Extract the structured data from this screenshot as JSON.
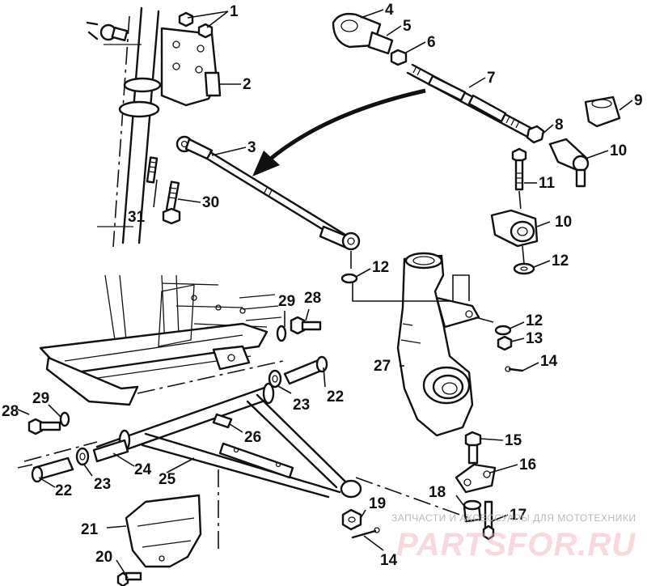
{
  "callouts": [
    {
      "id": "c1",
      "text": "1"
    },
    {
      "id": "c2",
      "text": "2"
    },
    {
      "id": "c3",
      "text": "3"
    },
    {
      "id": "c4",
      "text": "4"
    },
    {
      "id": "c5",
      "text": "5"
    },
    {
      "id": "c6",
      "text": "6"
    },
    {
      "id": "c7",
      "text": "7"
    },
    {
      "id": "c8",
      "text": "8"
    },
    {
      "id": "c9",
      "text": "9"
    },
    {
      "id": "c10a",
      "text": "10"
    },
    {
      "id": "c10b",
      "text": "10"
    },
    {
      "id": "c11",
      "text": "11"
    },
    {
      "id": "c12a",
      "text": "12"
    },
    {
      "id": "c12b",
      "text": "12"
    },
    {
      "id": "c12c",
      "text": "12"
    },
    {
      "id": "c13",
      "text": "13"
    },
    {
      "id": "c14a",
      "text": "14"
    },
    {
      "id": "c14b",
      "text": "14"
    },
    {
      "id": "c15",
      "text": "15"
    },
    {
      "id": "c16",
      "text": "16"
    },
    {
      "id": "c17",
      "text": "17"
    },
    {
      "id": "c18",
      "text": "18"
    },
    {
      "id": "c19",
      "text": "19"
    },
    {
      "id": "c20",
      "text": "20"
    },
    {
      "id": "c21",
      "text": "21"
    },
    {
      "id": "c22a",
      "text": "22"
    },
    {
      "id": "c22b",
      "text": "22"
    },
    {
      "id": "c23a",
      "text": "23"
    },
    {
      "id": "c23b",
      "text": "23"
    },
    {
      "id": "c24",
      "text": "24"
    },
    {
      "id": "c25",
      "text": "25"
    },
    {
      "id": "c26",
      "text": "26"
    },
    {
      "id": "c27",
      "text": "27"
    },
    {
      "id": "c28a",
      "text": "28"
    },
    {
      "id": "c28b",
      "text": "28"
    },
    {
      "id": "c29a",
      "text": "29"
    },
    {
      "id": "c29b",
      "text": "29"
    },
    {
      "id": "c30",
      "text": "30"
    },
    {
      "id": "c31",
      "text": "31"
    }
  ],
  "watermark": {
    "tagline": "ЗАПЧАСТИ И АКСЕССУАРЫ ДЛЯ МОТОТЕХНИКИ",
    "brand": "PARTSFOR.RU",
    "brand_color": "#e8505b"
  }
}
